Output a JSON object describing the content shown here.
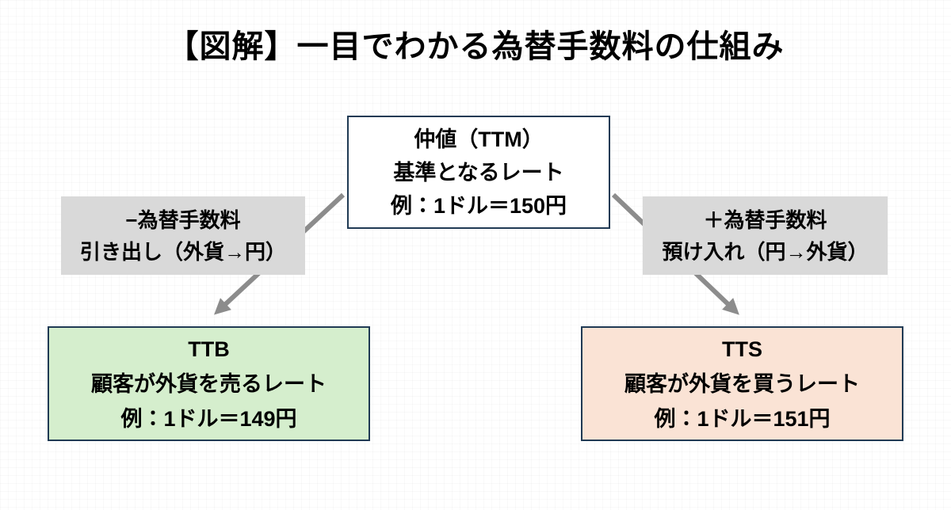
{
  "title": "【図解】一目でわかる為替手数料の仕組み",
  "diagram": {
    "ttm": {
      "heading": "仲値（TTM）",
      "desc": "基準となるレート",
      "example": "例：1ドル＝150円"
    },
    "fee_minus": {
      "line1": "−為替手数料",
      "line2": "引き出し（外貨→円）"
    },
    "fee_plus": {
      "line1": "＋為替手数料",
      "line2": "預け入れ（円→外貨）"
    },
    "ttb": {
      "heading": "TTB",
      "desc": "顧客が外貨を売るレート",
      "example": "例：1ドル＝149円"
    },
    "tts": {
      "heading": "TTS",
      "desc": "顧客が外貨を買うレート",
      "example": "例：1ドル＝151円"
    }
  },
  "colors": {
    "border_navy": "#203a54",
    "box_gray": "#d9d9d9",
    "box_green": "#d5eecd",
    "box_pink": "#fae3d5",
    "arrow_gray": "#8c8c8c",
    "text_black": "#000000",
    "background": "#ffffff"
  }
}
